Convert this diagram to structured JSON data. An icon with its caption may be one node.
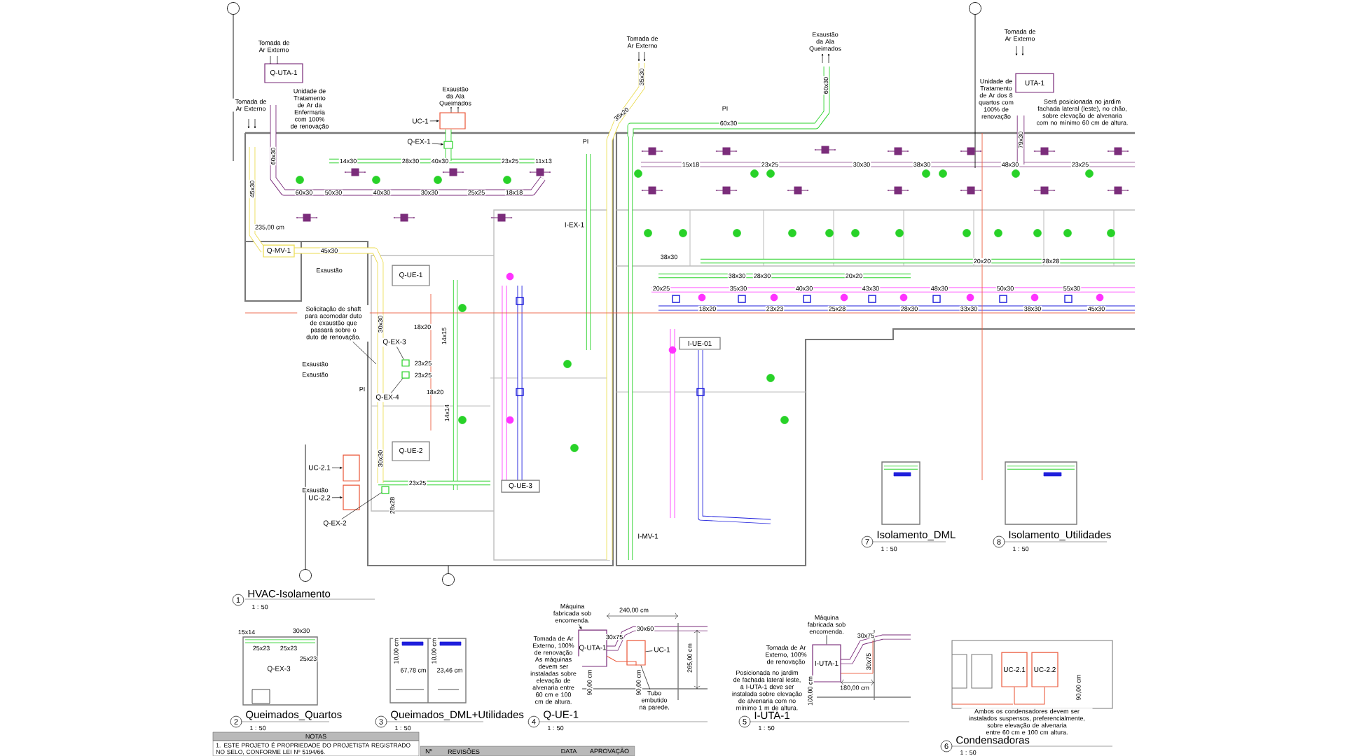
{
  "diagram": {
    "nodes": [
      {
        "text": [
          "Q-UTA-1"
        ]
      },
      {
        "text": [
          "UC-1"
        ]
      },
      {
        "text": [],
        "shape": "box"
      },
      {
        "text": [
          "Q-EX-1"
        ]
      },
      {
        "text": [
          "Q-MV-1"
        ]
      },
      {
        "text": [
          "Q-UE-1"
        ]
      },
      {
        "text": [
          "Solicitação de shaft para acomodar duto de exaustão que passará sobre o duto de renovação."
        ]
      },
      {
        "text": [
          "Q-EX-3"
        ]
      },
      {
        "text": [
          "Q-EX-4"
        ]
      },
      {
        "text": [
          "Q-UE-2"
        ]
      },
      {
        "text": [
          "UC-2.1"
        ]
      },
      {
        "text": [],
        "shape": "box"
      },
      {
        "text": [
          "UC-2.2"
        ]
      },
      {
        "text": [],
        "shape": "box"
      },
      {
        "text": [
          "Q-EX-2"
        ]
      },
      {
        "text": [
          "Q-UE-3"
        ]
      },
      {
        "text": [
          "I-UE-01"
        ]
      },
      {
        "text": [
          "UTA-1"
        ]
      },
      {
        "text": [
          "Máquina fabricada sob encomenda."
        ]
      },
      {
        "text": [
          "Q-UTA-1"
        ]
      },
      {
        "text": [],
        "shape": "box"
      },
      {
        "text": [
          "UC-1"
        ]
      },
      {
        "text": [
          "Tubo embutido na parede."
        ]
      },
      {
        "text": [
          "Máquina fabricada sob encomenda."
        ]
      },
      {
        "text": [
          "I-UTA-1"
        ]
      },
      {
        "text": [
          "UC-2.1"
        ]
      },
      {
        "text": [
          "UC-2.2"
        ]
      },
      {
        "text": [],
        "shape": "box"
      },
      {
        "text": [],
        "shape": "box"
      },
      {
        "text": [],
        "shape": "box"
      },
      {
        "text": [],
        "shape": "box"
      }
    ],
    "edges": [
      {
        "from": 1,
        "to": 2,
        "arrow": "to"
      },
      {
        "from": 3,
        "to": 27,
        "arrow": "to"
      },
      {
        "from": 6,
        "to": null,
        "arrow": "none"
      },
      {
        "from": 7,
        "to": 28,
        "arrow": "none"
      },
      {
        "from": 8,
        "to": 29,
        "arrow": "none"
      },
      {
        "from": 10,
        "to": 11,
        "arrow": "to"
      },
      {
        "from": 12,
        "to": 13,
        "arrow": "to"
      },
      {
        "from": 14,
        "to": 30,
        "arrow": "none"
      },
      {
        "from": 18,
        "to": 19,
        "arrow": "to"
      },
      {
        "from": 21,
        "to": 20,
        "arrow": "none"
      },
      {
        "from": 22,
        "to": 20,
        "arrow": "none"
      },
      {
        "from": 23,
        "to": 24,
        "arrow": "none"
      },
      {
        "from": 19,
        "to": 20,
        "arrow": "none",
        "color": "#eb5a3c"
      },
      {
        "from": 25,
        "to": 26,
        "arrow": "none",
        "color": "#eb5a3c"
      }
    ],
    "labels": [
      "Tomada de Ar Externo",
      "Tomada de Ar Externo",
      "Exaustão da Ala Queimados",
      "Tomada de Ar Externo",
      "Unidade de Tratamento de Ar da Enfermaria com 100% de renovação",
      "Exaustão da Ala Queimados",
      "Tomada de Ar Externo",
      "Unidade de Tratamento de Ar dos 8 quartos com 100% de renovação",
      "Será posicionada no jardim fachada lateral (leste), no chão, sobre elevação de alvenaria com no mínimo 60 cm de altura.",
      "60x30",
      "35x30",
      "60x30",
      "35x20",
      "PI",
      "PI",
      "60x30",
      "14x30",
      "28x30",
      "40x30",
      "23x25",
      "11x13",
      "15x18",
      "23x25",
      "30x30",
      "38x30",
      "48x30",
      "23x25",
      "79x30",
      "60x30",
      "50x30",
      "40x30",
      "30x30",
      "25x25",
      "18x18",
      "45x30",
      "235,00 cm",
      "I-EX-1",
      "45x30",
      "38x30",
      "20x20",
      "28x28",
      "Exaustão",
      "38x30",
      "28x30",
      "20x20",
      "20x25",
      "35x30",
      "40x30",
      "43x30",
      "48x30",
      "50x30",
      "55x30",
      "18x20",
      "23x23",
      "25x28",
      "28x30",
      "33x30",
      "38x30",
      "45x30",
      "30x30",
      "18x20",
      "14x15",
      "Exaustão",
      "23x25",
      "Exaustão",
      "23x25",
      "PI",
      "18x20",
      "14x14",
      "30x30",
      "Exaustão",
      "23x25",
      "28x28",
      "I-MV-1",
      "7",
      "Isolamento_DML",
      "1 : 50",
      "8",
      "Isolamento_Utilidades",
      "1 : 50",
      "1",
      "HVAC-Isolamento",
      "1 : 50",
      "15x14",
      "30x30",
      "25x23",
      "25x23",
      "25x23",
      "Q-EX-3",
      "10,00 cm",
      "67,78 cm",
      "10,00 cm",
      "23,46 cm",
      "240,00 cm",
      "30x60",
      "30x75",
      "Tomada de Ar Externo, 100% de renovação",
      "265,00 cm",
      "As máquinas devem ser instaladas sobre elevação de alvenaria entre 60 cm e 100 cm de altura.",
      "90,00 cm",
      "90,00 cm",
      "Tomada de Ar Externo, 100% de renovação",
      "30x75",
      "30x75",
      "Posicionada no jardim de fachada lateral leste, a I-UTA-1 deve ser instalada sobre elevação de alvenaria com no mínimo 1 m de altura.",
      "100,00 cm",
      "180,00 cm",
      "90,00 cm",
      "Ambos os condensadores devem ser instalados suspensos, preferencialmente, sobre elevação de alvenaria entre 60 cm e 100 cm altura.",
      "2",
      "Queimados_Quartos",
      "1 : 50",
      "3",
      "Queimados_DML+Utilidades",
      "1 : 50",
      "4",
      "Q-UE-1",
      "1 : 50",
      "5",
      "I-UTA-1",
      "1 : 50",
      "6",
      "Condensadoras",
      "1 : 50",
      "NOTAS",
      "1. ESTE PROJETO É PROPRIEDADE DO PROJETISTA REGISTRADO NO SELO, CONFORME LEI Nº 5194/66.",
      "Nº",
      "REVISÕES",
      "DATA",
      "APROVAÇÃO"
    ]
  }
}
